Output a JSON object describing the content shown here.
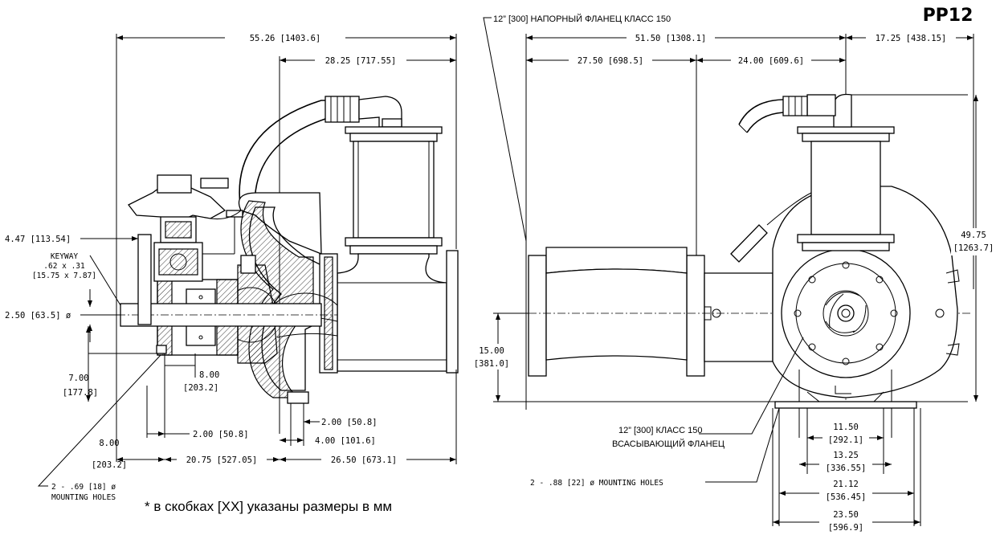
{
  "title": "PP12",
  "note": "* в скобках [XX] указаны размеры в мм",
  "left_view": {
    "overall_length": "55.26 [1403.6]",
    "discharge_offset": "28.25 [717.55]",
    "shaft_ext": "4.47 [113.54]",
    "keyway_title": "KEYWAY",
    "keyway_in": ".62 x .31",
    "keyway_mm": "[15.75 x 7.87]",
    "shaft_dia": "2.50 [63.5] ø",
    "height_a": "7.00",
    "height_a_mm": "[177.8]",
    "foot_a": "8.00",
    "foot_a_mm": "[203.2]",
    "foot_b": "2.00 [50.8]",
    "foot_c": "2.00 [50.8]",
    "foot_d": "4.00 [101.6]",
    "base_a": "8.00",
    "base_a_mm": "[203.2]",
    "base_b": "20.75 [527.05]",
    "base_c": "26.50 [673.1]",
    "holes_a": "2 - .69 [18] ø",
    "holes_b": "MOUNTING HOLES"
  },
  "right_view": {
    "discharge_flange": "12”  [300] НАПОРНЫЙ ФЛАНЕЦ КЛАСС 150",
    "width_total": "51.50 [1308.1]",
    "width_side": "17.25 [438.15]",
    "width_a": "27.50 [698.5]",
    "width_b": "24.00 [609.6]",
    "height_total": "49.75",
    "height_total_mm": "[1263.7]",
    "center_height": "15.00",
    "center_height_mm": "[381.0]",
    "suction_a": "12”  [300] КЛАСС 150",
    "suction_b": "ВСАСЫВАЮЩИЙ ФЛАНЕЦ",
    "holes": "2 - .88 [22] ø MOUNTING HOLES",
    "base_a": "11.50",
    "base_a_mm": "[292.1]",
    "base_b": "13.25",
    "base_b_mm": "[336.55]",
    "base_c": "21.12",
    "base_c_mm": "[536.45]",
    "base_d": "23.50",
    "base_d_mm": "[596.9]"
  }
}
